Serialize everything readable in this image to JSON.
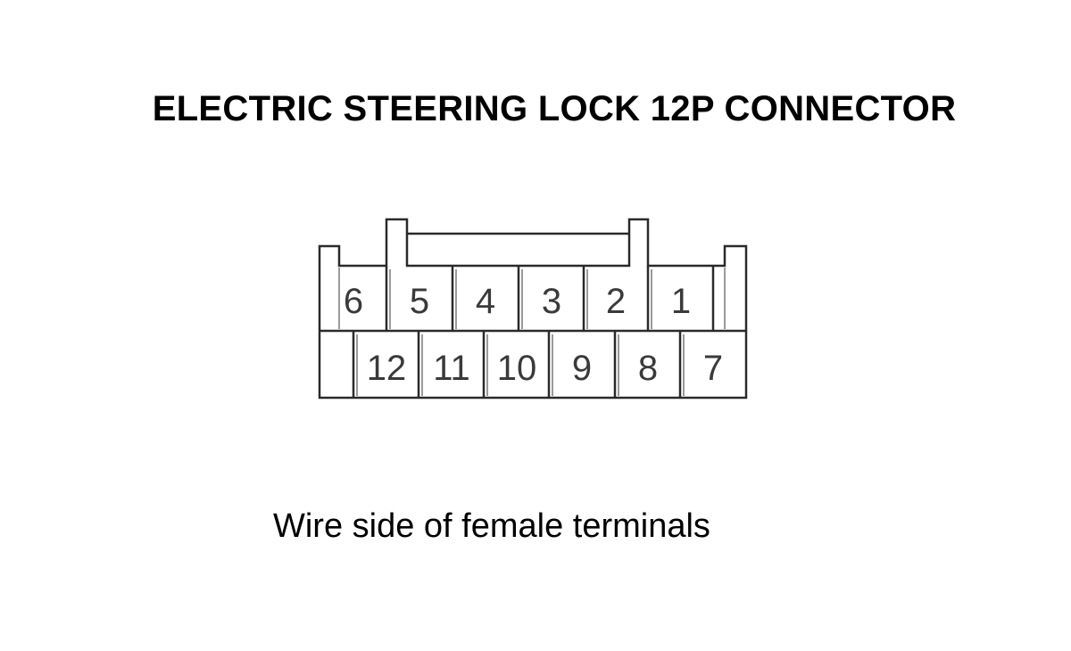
{
  "diagram": {
    "title": "ELECTRIC STEERING LOCK 12P CONNECTOR",
    "caption": "Wire side of female terminals",
    "line_color": "#2a2a2a",
    "shading_color": "#9a9a9a",
    "top_row_pins": [
      "6",
      "5",
      "4",
      "3",
      "2",
      "1"
    ],
    "bottom_row_pins": [
      "12",
      "11",
      "10",
      "9",
      "8",
      "7"
    ]
  }
}
